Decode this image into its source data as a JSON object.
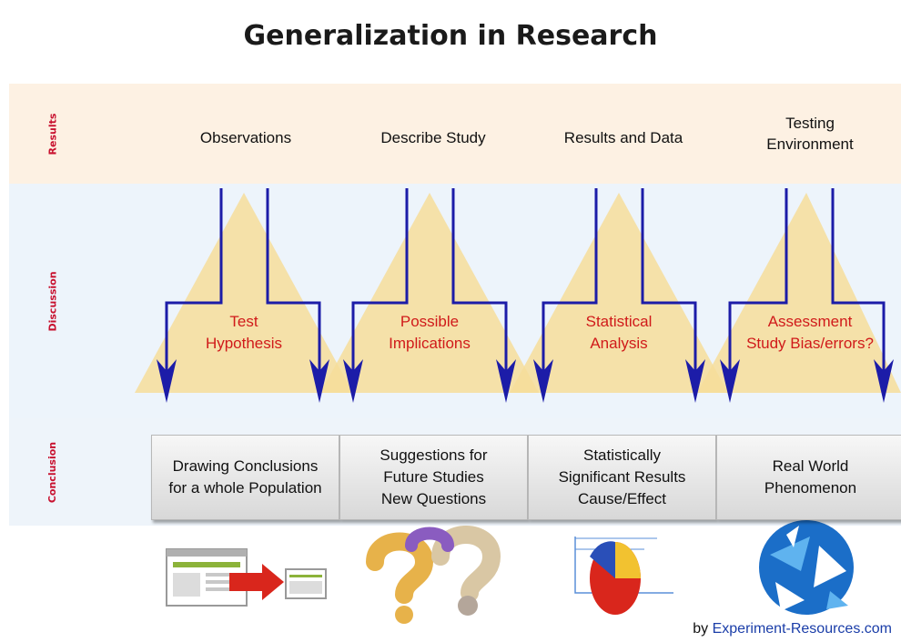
{
  "title": "Generalization in Research",
  "row_labels": {
    "results": "Results",
    "discussion": "Discussion",
    "conclusion": "Conclusion"
  },
  "columns": [
    {
      "observation": "Observations",
      "discussion": "Test\nHypothesis",
      "conclusion": "Drawing Conclusions\nfor a whole Population",
      "icon": "webpage-transfer-icon"
    },
    {
      "observation": "Describe Study",
      "discussion": "Possible\nImplications",
      "conclusion": "Suggestions for\nFuture Studies\nNew Questions",
      "icon": "question-marks-icon"
    },
    {
      "observation": "Results and Data",
      "discussion": "Statistical\nAnalysis",
      "conclusion": "Statistically\nSignificant Results\nCause/Effect",
      "icon": "pie-chart-icon"
    },
    {
      "observation": "Testing\nEnvironment",
      "discussion": "Assessment\nStudy Bias/errors?",
      "conclusion": "Real World\nPhenomenon",
      "icon": "globe-arrows-icon"
    }
  ],
  "credit": {
    "prefix": "by ",
    "site": "Experiment-Resources.com"
  },
  "colors": {
    "arrow": "#1c1ca8",
    "triangle": "#f6dd9a",
    "discussion_text": "#d01a1a",
    "row_label": "#c8102e"
  }
}
